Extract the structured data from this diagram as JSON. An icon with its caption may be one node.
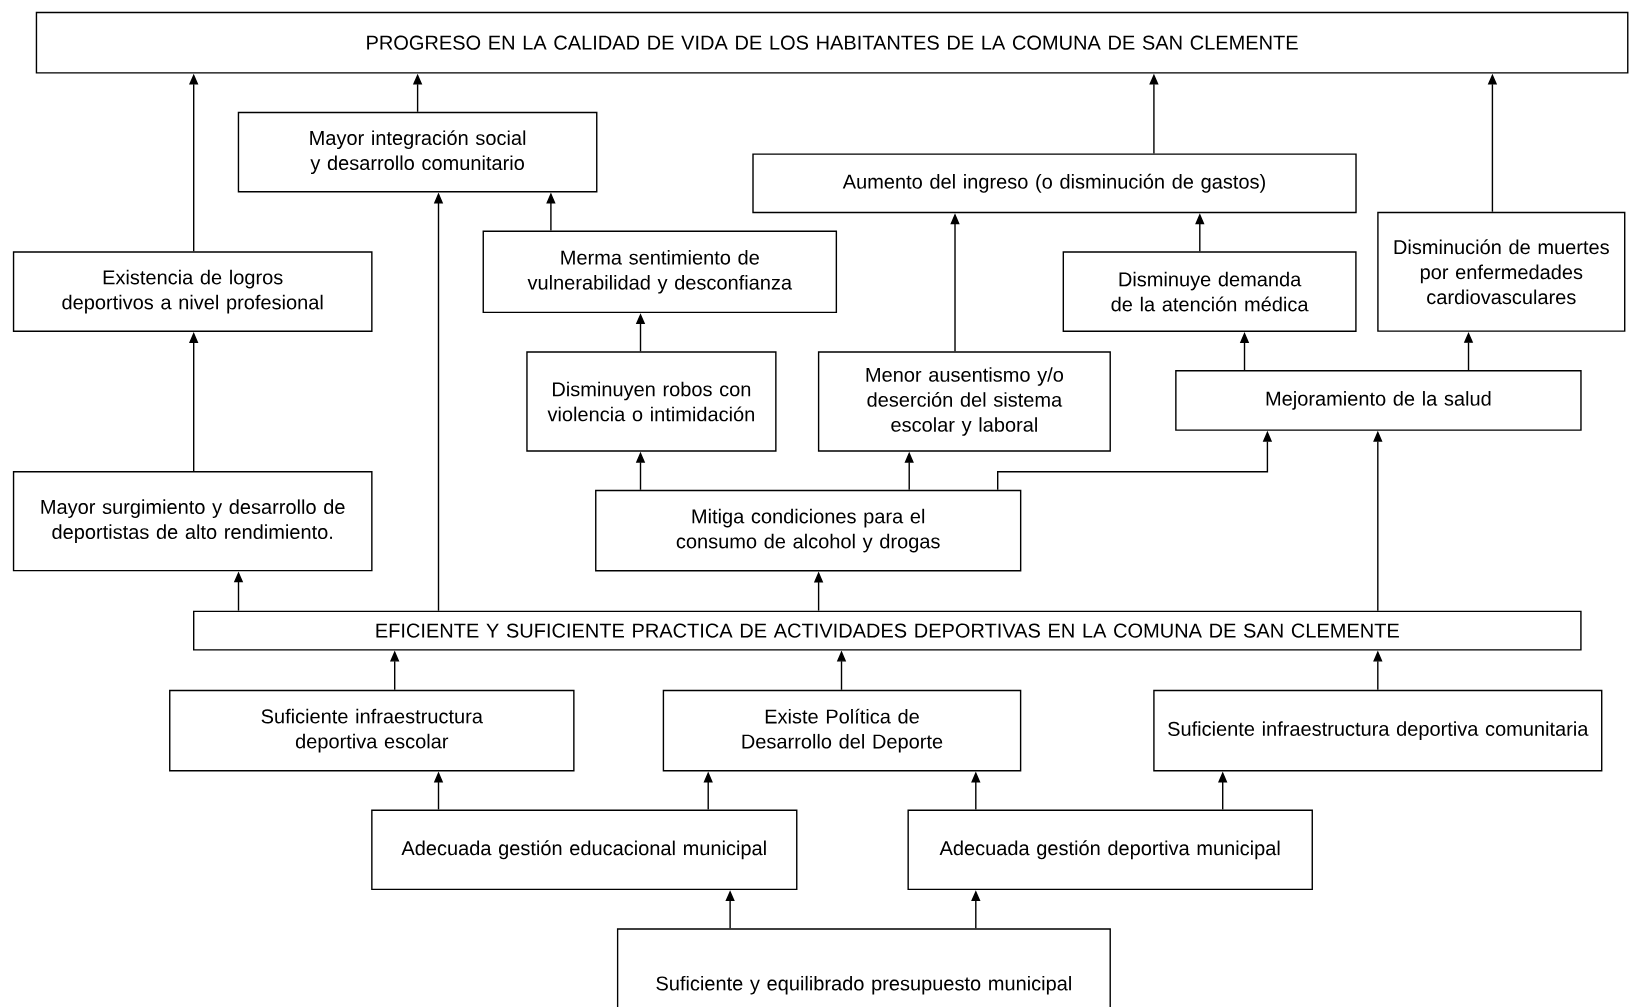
{
  "diagram": {
    "nodes": [
      {
        "text": [
          "PROGRESO EN LA CALIDAD DE VIDA DE LOS HABITANTES DE LA COMUNA DE SAN CLEMENTE"
        ]
      },
      {
        "text": [
          "Mayor integración social y desarrollo comunitario"
        ]
      },
      {
        "text": [
          "Aumento del ingreso (o disminución de gastos)"
        ]
      },
      {
        "text": [
          "Existencia de logros deportivos a nivel profesional"
        ]
      },
      {
        "text": [
          "Merma sentimiento de vulnerabilidad y desconfianza"
        ]
      },
      {
        "text": [
          "Disminuye demanda de la atención médica"
        ]
      },
      {
        "text": [
          "Disminución de muertes por enfermedades cardiovasculares"
        ]
      },
      {
        "text": [
          "Disminuyen robos con violencia o intimidación"
        ]
      },
      {
        "text": [
          "Menor ausentismo y/o deserción del sistema escolar y laboral"
        ]
      },
      {
        "text": [
          "Mejoramiento de la salud"
        ]
      },
      {
        "text": [
          "Mayor surgimiento y desarrollo de deportistas de alto rendimiento."
        ]
      },
      {
        "text": [
          "Mitiga condiciones para el consumo de alcohol y drogas"
        ]
      },
      {
        "text": [
          "EFICIENTE Y SUFICIENTE PRACTICA DE ACTIVIDADES DEPORTIVAS EN LA COMUNA DE SAN CLEMENTE"
        ]
      },
      {
        "text": [
          "Suficiente infraestructura deportiva escolar"
        ]
      },
      {
        "text": [
          "Existe Política de Desarrollo del Deporte"
        ]
      },
      {
        "text": [
          "Suficiente infraestructura deportiva comunitaria"
        ]
      },
      {
        "text": [
          "Adecuada gestión educacional municipal"
        ]
      },
      {
        "text": [
          "Adecuada gestión deportiva municipal"
        ]
      },
      {
        "text": [
          "Suficiente y equilibrado presupuesto municipal"
        ]
      }
    ],
    "edges": [
      {
        "from": 3,
        "to": 0,
        "arrow": "to"
      },
      {
        "from": 1,
        "to": 0,
        "arrow": "to"
      },
      {
        "from": 2,
        "to": 0,
        "arrow": "to"
      },
      {
        "from": 6,
        "to": 0,
        "arrow": "to"
      },
      {
        "from": 10,
        "to": 3,
        "arrow": "to"
      },
      {
        "from": 12,
        "to": 1,
        "arrow": "to"
      },
      {
        "from": 4,
        "to": 1,
        "arrow": "to"
      },
      {
        "from": 7,
        "to": 4,
        "arrow": "to"
      },
      {
        "from": 8,
        "to": 2,
        "arrow": "to"
      },
      {
        "from": 5,
        "to": 2,
        "arrow": "to"
      },
      {
        "from": 9,
        "to": 5,
        "arrow": "to"
      },
      {
        "from": 9,
        "to": 6,
        "arrow": "to"
      },
      {
        "from": 11,
        "to": 7,
        "arrow": "to"
      },
      {
        "from": 11,
        "to": 8,
        "arrow": "to"
      },
      {
        "from": 11,
        "to": 9,
        "arrow": "to"
      },
      {
        "from": 12,
        "to": 10,
        "arrow": "to"
      },
      {
        "from": 12,
        "to": 11,
        "arrow": "to"
      },
      {
        "from": 12,
        "to": 9,
        "arrow": "to"
      },
      {
        "from": 13,
        "to": 12,
        "arrow": "to"
      },
      {
        "from": 14,
        "to": 12,
        "arrow": "to"
      },
      {
        "from": 15,
        "to": 12,
        "arrow": "to"
      },
      {
        "from": 16,
        "to": 13,
        "arrow": "to"
      },
      {
        "from": 16,
        "to": 14,
        "arrow": "to"
      },
      {
        "from": 17,
        "to": 14,
        "arrow": "to"
      },
      {
        "from": 17,
        "to": 15,
        "arrow": "to"
      },
      {
        "from": 18,
        "to": 16,
        "arrow": "to"
      },
      {
        "from": 18,
        "to": 17,
        "arrow": "to"
      }
    ]
  }
}
